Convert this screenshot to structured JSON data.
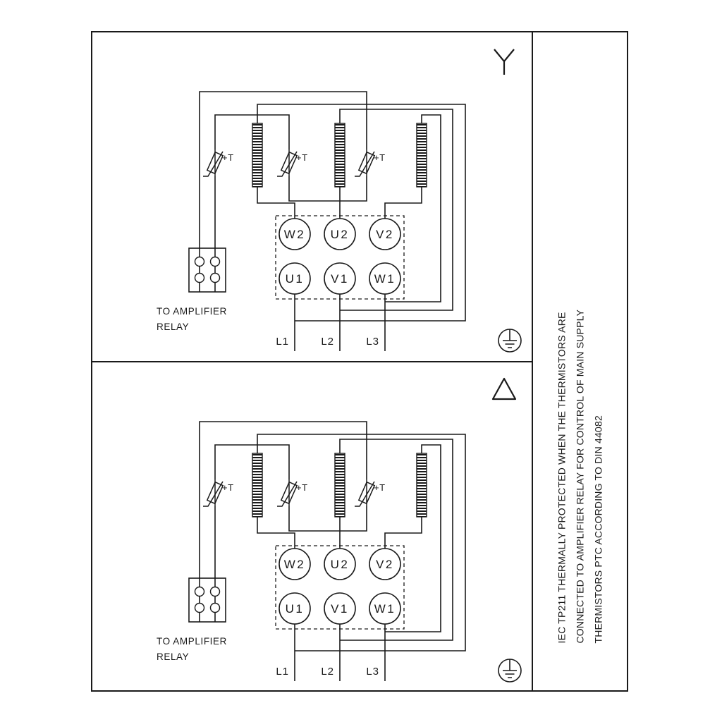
{
  "page": {
    "background_color": "#ffffff",
    "line_color": "#1a1a1a"
  },
  "panels": [
    {
      "id": "star",
      "connection": "star",
      "terminals_top": [
        "W2",
        "U2",
        "V2"
      ],
      "terminals_bottom": [
        "U1",
        "V1",
        "W1"
      ],
      "thermistor_label": "+T",
      "amplifier_note_line1": "TO AMPLIFIER",
      "amplifier_note_line2": "RELAY",
      "supply_labels": [
        "L1",
        "L2",
        "L3"
      ]
    },
    {
      "id": "delta",
      "connection": "delta",
      "terminals_top": [
        "W2",
        "U2",
        "V2"
      ],
      "terminals_bottom": [
        "U1",
        "V1",
        "W1"
      ],
      "thermistor_label": "+T",
      "amplifier_note_line1": "TO AMPLIFIER",
      "amplifier_note_line2": "RELAY",
      "supply_labels": [
        "L1",
        "L2",
        "L3"
      ]
    }
  ],
  "side_note": {
    "line1": "IEC TP211 THERMALLY PROTECTED WHEN THE THERMISTORS ARE",
    "line2": "CONNECTED TO AMPLIFIER RELAY FOR CONTROL OF MAIN SUPPLY",
    "line3": "THERMISTORS PTC ACCORDING TO DIN 44082"
  },
  "icons": {
    "star_connection_icon": "wye glyph",
    "delta_connection_icon": "triangle outline",
    "earth_ground_icon": "circled earth symbol",
    "thermistor_icon": "PTC thermistor symbol",
    "winding_icon": "hatched coil bar"
  }
}
